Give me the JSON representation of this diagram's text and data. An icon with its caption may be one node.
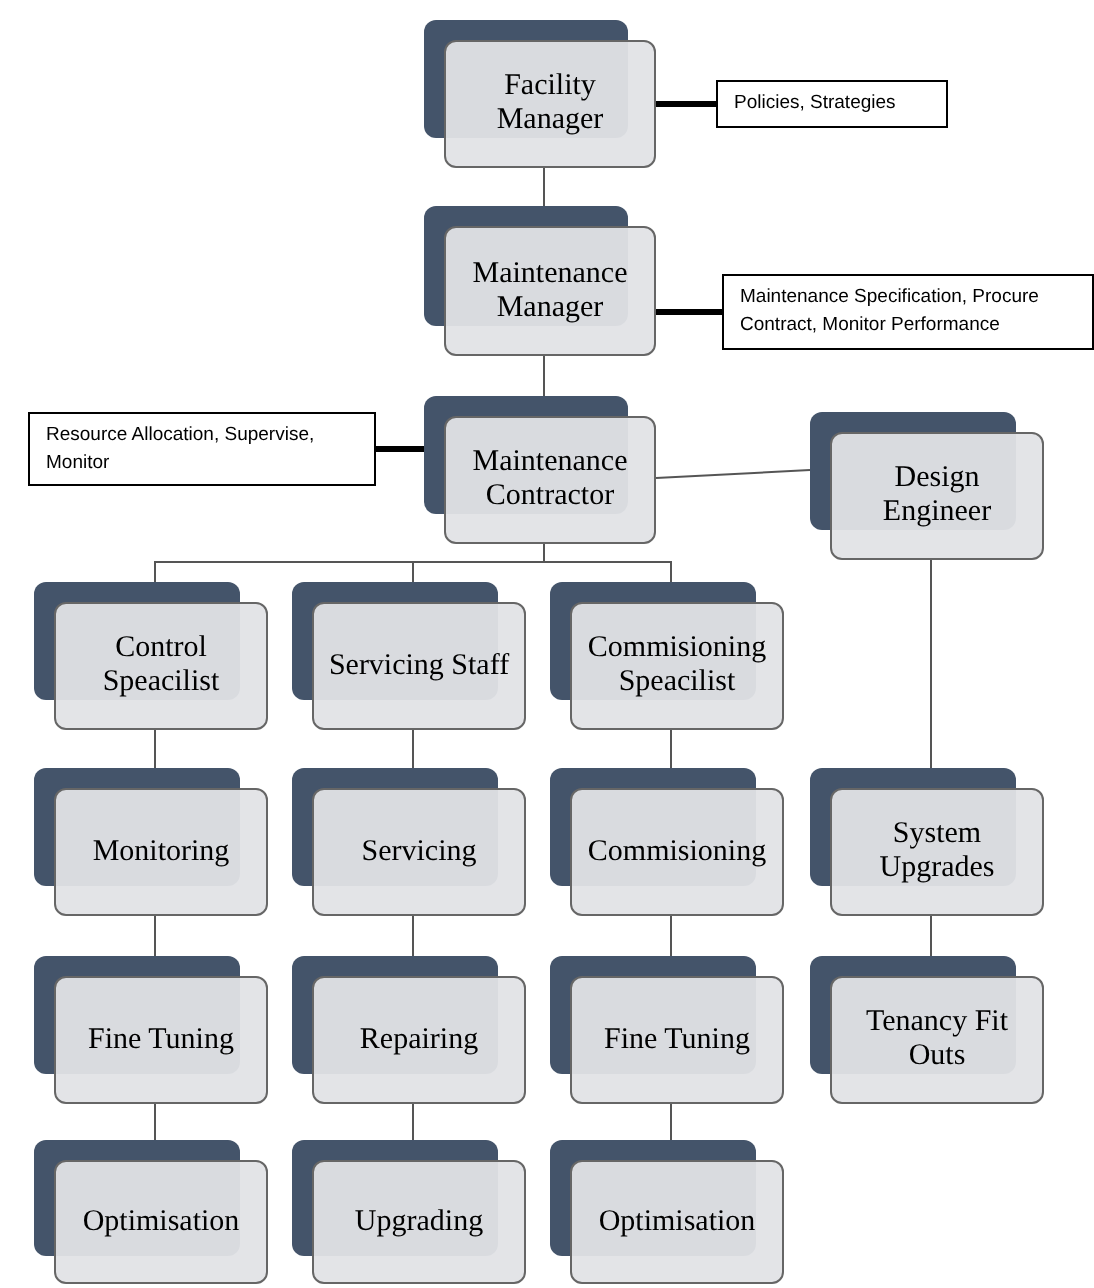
{
  "diagram": {
    "nodes": [
      {
        "text": [
          "Facility Manager"
        ]
      },
      {
        "text": [
          "Policies, Strategies"
        ]
      },
      {
        "text": [
          "Maintenance Manager"
        ]
      },
      {
        "text": [
          "Maintenance Specification, Procure Contract, Monitor Performance"
        ]
      },
      {
        "text": [
          "Resource Allocation, Supervise, Monitor"
        ]
      },
      {
        "text": [
          "Maintenance Contractor"
        ]
      },
      {
        "text": [
          "Design Engineer"
        ]
      },
      {
        "text": [
          "Control Speacilist"
        ]
      },
      {
        "text": [
          "Servicing Staff"
        ]
      },
      {
        "text": [
          "Commisioning Speacilist"
        ]
      },
      {
        "text": [
          "Monitoring"
        ]
      },
      {
        "text": [
          "Servicing"
        ]
      },
      {
        "text": [
          "Commisioning"
        ]
      },
      {
        "text": [
          "System Upgrades"
        ]
      },
      {
        "text": [
          "Fine Tuning"
        ]
      },
      {
        "text": [
          "Repairing"
        ]
      },
      {
        "text": [
          "Fine Tuning"
        ]
      },
      {
        "text": [
          "Tenancy Fit Outs"
        ]
      },
      {
        "text": [
          "Optimisation"
        ]
      },
      {
        "text": [
          "Upgrading"
        ]
      },
      {
        "text": [
          "Optimisation"
        ]
      }
    ],
    "edges": [
      {
        "from": 0,
        "to": 1,
        "arrow": "none",
        "style": "thick"
      },
      {
        "from": 0,
        "to": 2,
        "arrow": "none"
      },
      {
        "from": 2,
        "to": 3,
        "arrow": "none",
        "style": "thick"
      },
      {
        "from": 4,
        "to": 5,
        "arrow": "none",
        "style": "thick"
      },
      {
        "from": 2,
        "to": 5,
        "arrow": "none"
      },
      {
        "from": 5,
        "to": 6,
        "arrow": "none"
      },
      {
        "from": 5,
        "to": 7,
        "arrow": "none"
      },
      {
        "from": 5,
        "to": 8,
        "arrow": "none"
      },
      {
        "from": 5,
        "to": 9,
        "arrow": "none"
      },
      {
        "from": 7,
        "to": 10,
        "arrow": "none"
      },
      {
        "from": 10,
        "to": 14,
        "arrow": "none"
      },
      {
        "from": 14,
        "to": 18,
        "arrow": "none"
      },
      {
        "from": 8,
        "to": 11,
        "arrow": "none"
      },
      {
        "from": 11,
        "to": 15,
        "arrow": "none"
      },
      {
        "from": 15,
        "to": 19,
        "arrow": "none"
      },
      {
        "from": 9,
        "to": 12,
        "arrow": "none"
      },
      {
        "from": 12,
        "to": 16,
        "arrow": "none"
      },
      {
        "from": 16,
        "to": 20,
        "arrow": "none"
      },
      {
        "from": 6,
        "to": 13,
        "arrow": "none"
      },
      {
        "from": 13,
        "to": 17,
        "arrow": "none"
      }
    ]
  }
}
